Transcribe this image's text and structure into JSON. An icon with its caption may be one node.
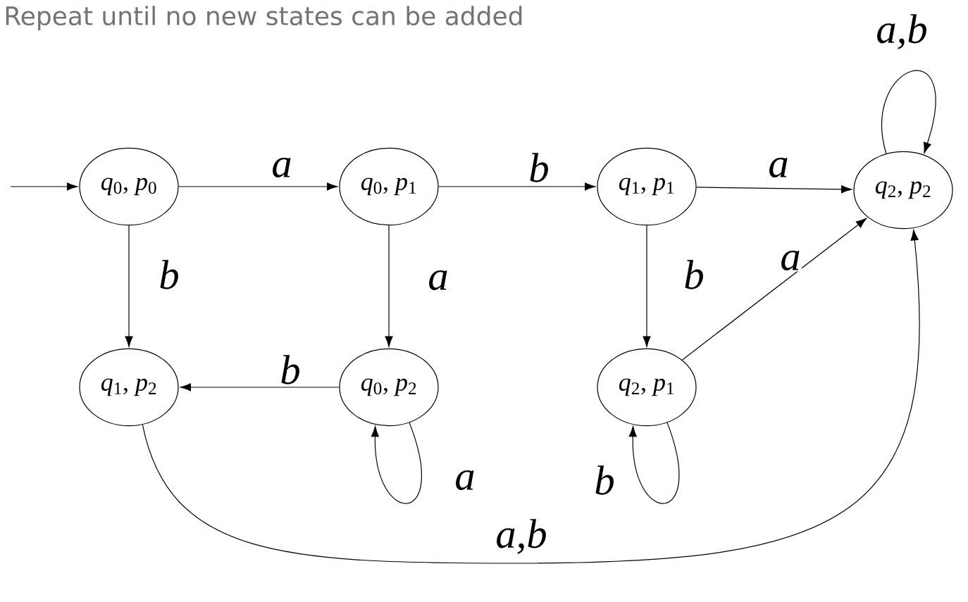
{
  "diagram": {
    "title": "Repeat until no new states can be added",
    "nodes": [
      {
        "text": [
          "*q*$_{0}$, *p*$_{0}$"
        ]
      },
      {
        "text": [
          "*q*$_{0}$, *p*$_{1}$"
        ]
      },
      {
        "text": [
          "*q*$_{1}$, *p*$_{1}$"
        ]
      },
      {
        "text": [
          "*q*$_{2}$, *p*$_{2}$"
        ]
      },
      {
        "text": [
          "*q*$_{1}$, *p*$_{2}$"
        ]
      },
      {
        "text": [
          "*q*$_{0}$, *p*$_{2}$"
        ]
      },
      {
        "text": [
          "*q*$_{2}$, *p*$_{1}$"
        ]
      }
    ],
    "edges": [
      {
        "from": null,
        "to": 0,
        "arrow": "to"
      },
      {
        "from": 0,
        "to": 1,
        "arrow": "to",
        "label": "a"
      },
      {
        "from": 1,
        "to": 2,
        "arrow": "to",
        "label": "b"
      },
      {
        "from": 2,
        "to": 3,
        "arrow": "to",
        "label": "a"
      },
      {
        "from": 0,
        "to": 4,
        "arrow": "to",
        "label": "b"
      },
      {
        "from": 1,
        "to": 5,
        "arrow": "to",
        "label": "a"
      },
      {
        "from": 2,
        "to": 6,
        "arrow": "to",
        "label": "b"
      },
      {
        "from": 5,
        "to": 4,
        "arrow": "to",
        "label": "b"
      },
      {
        "from": 6,
        "to": 3,
        "arrow": "to",
        "label": "a"
      },
      {
        "from": 5,
        "to": 5,
        "arrow": "to",
        "label": "a"
      },
      {
        "from": 6,
        "to": 6,
        "arrow": "to",
        "label": "b"
      },
      {
        "from": 3,
        "to": 3,
        "arrow": "to",
        "label": "a,b"
      },
      {
        "from": 4,
        "to": 3,
        "arrow": "to",
        "label": "a,b"
      }
    ]
  }
}
